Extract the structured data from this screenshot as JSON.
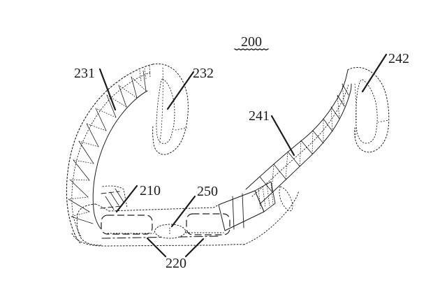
{
  "figure": {
    "background_color": "#ffffff",
    "line_color": "#1c1c1c",
    "number_label": "200",
    "labels": {
      "n231": "231",
      "n232": "232",
      "n241": "241",
      "n242": "242",
      "n210": "210",
      "n250": "250",
      "n220": "220"
    }
  }
}
